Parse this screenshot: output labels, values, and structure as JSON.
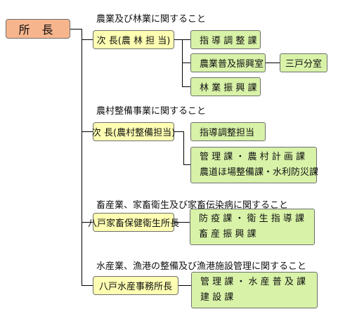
{
  "head": {
    "label": "所 長"
  },
  "sections": [
    {
      "heading": "農業及び林業に関すること",
      "deputy": "次 長(農 林 担 当)",
      "units": [
        "指 導 調 整 課",
        "農業普及振興室",
        "林 業 振 興 課"
      ],
      "branch": "三戸分室"
    },
    {
      "heading": "農村整備事業に関すること",
      "deputy": "次 長(農村整備担当)",
      "units": [
        "指導調整担当"
      ],
      "unit_multi": [
        "管 理 課 ・ 農 村 計 画 課",
        "農道ほ場整備課・水利防災課"
      ]
    },
    {
      "heading": "畜産業、家畜衛生及び家畜伝染病に関すること",
      "deputy": "八戸家畜保健衛生所長",
      "unit_multi": [
        "防 疫 課 ・ 衛 生 指 導 課",
        "畜 産 振 興 課"
      ]
    },
    {
      "heading": "水産業、漁港の整備及び漁港施設管理に関すること",
      "deputy": "八戸水産事務所長",
      "unit_multi": [
        "管 理 課 ・ 水 産 普 及 課",
        "建 設 課"
      ]
    }
  ]
}
